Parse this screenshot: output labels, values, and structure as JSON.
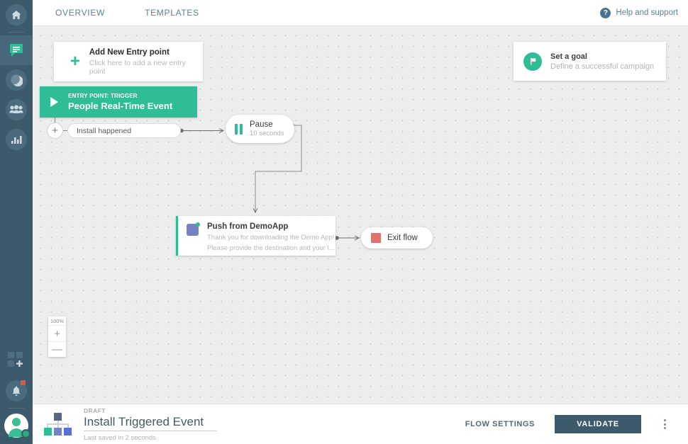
{
  "sidebar": {
    "items": [
      {
        "name": "home",
        "icon": "home-icon",
        "active": false
      },
      {
        "name": "messages",
        "icon": "chat-bubble-icon",
        "active": true
      },
      {
        "name": "insights",
        "icon": "moon-circle-icon",
        "active": false
      },
      {
        "name": "audience",
        "icon": "people-icon",
        "active": false
      },
      {
        "name": "analytics",
        "icon": "bar-chart-icon",
        "active": false
      }
    ],
    "bottom_items": [
      {
        "name": "apps",
        "icon": "apps-grid-add-icon",
        "badge": false
      },
      {
        "name": "notifications",
        "icon": "bell-icon",
        "badge": true
      },
      {
        "name": "account",
        "icon": "avatar-settings-icon",
        "badge": false
      }
    ]
  },
  "topbar": {
    "tabs": [
      {
        "label": "OVERVIEW"
      },
      {
        "label": "TEMPLATES"
      }
    ],
    "help_label": "Help and support",
    "help_icon": "question-mark-circle-icon"
  },
  "canvas": {
    "add_entry": {
      "title": "Add New Entry point",
      "subtitle": "Click here to add a new entry point",
      "icon": "plus-icon"
    },
    "goal": {
      "title": "Set a goal",
      "subtitle": "Define a successful campaign",
      "icon": "flag-icon"
    },
    "trigger": {
      "kicker": "ENTRY POINT: TRIGGER",
      "name": "People Real-Time Event",
      "icon": "play-icon"
    },
    "add_node": {
      "icon": "plus-icon"
    },
    "condition": {
      "label": "Install happened"
    },
    "pause": {
      "title": "Pause",
      "subtitle": "10 seconds",
      "icon": "pause-icon"
    },
    "push": {
      "title": "Push from DemoApp",
      "line1": "Thank you for downloading the Demo App!",
      "line2": "Please provide the destination and your l...",
      "icon": "push-app-icon"
    },
    "exit": {
      "label": "Exit flow",
      "icon": "stop-square-icon"
    },
    "zoom": {
      "level": "100%",
      "zoom_in": "+",
      "zoom_out": "—"
    }
  },
  "bottombar": {
    "status": "DRAFT",
    "flow_name": "Install Triggered Event",
    "saved_text": "Last saved in 2 seconds",
    "flow_settings_label": "FLOW SETTINGS",
    "validate_label": "VALIDATE",
    "more_icon": "kebab-menu-icon"
  },
  "colors": {
    "accent_green": "#2ebd94",
    "rail_bg": "#3d5a6c",
    "canvas_bg": "#ededed",
    "exit_red": "#e2726e",
    "push_purple": "#7782c4"
  }
}
